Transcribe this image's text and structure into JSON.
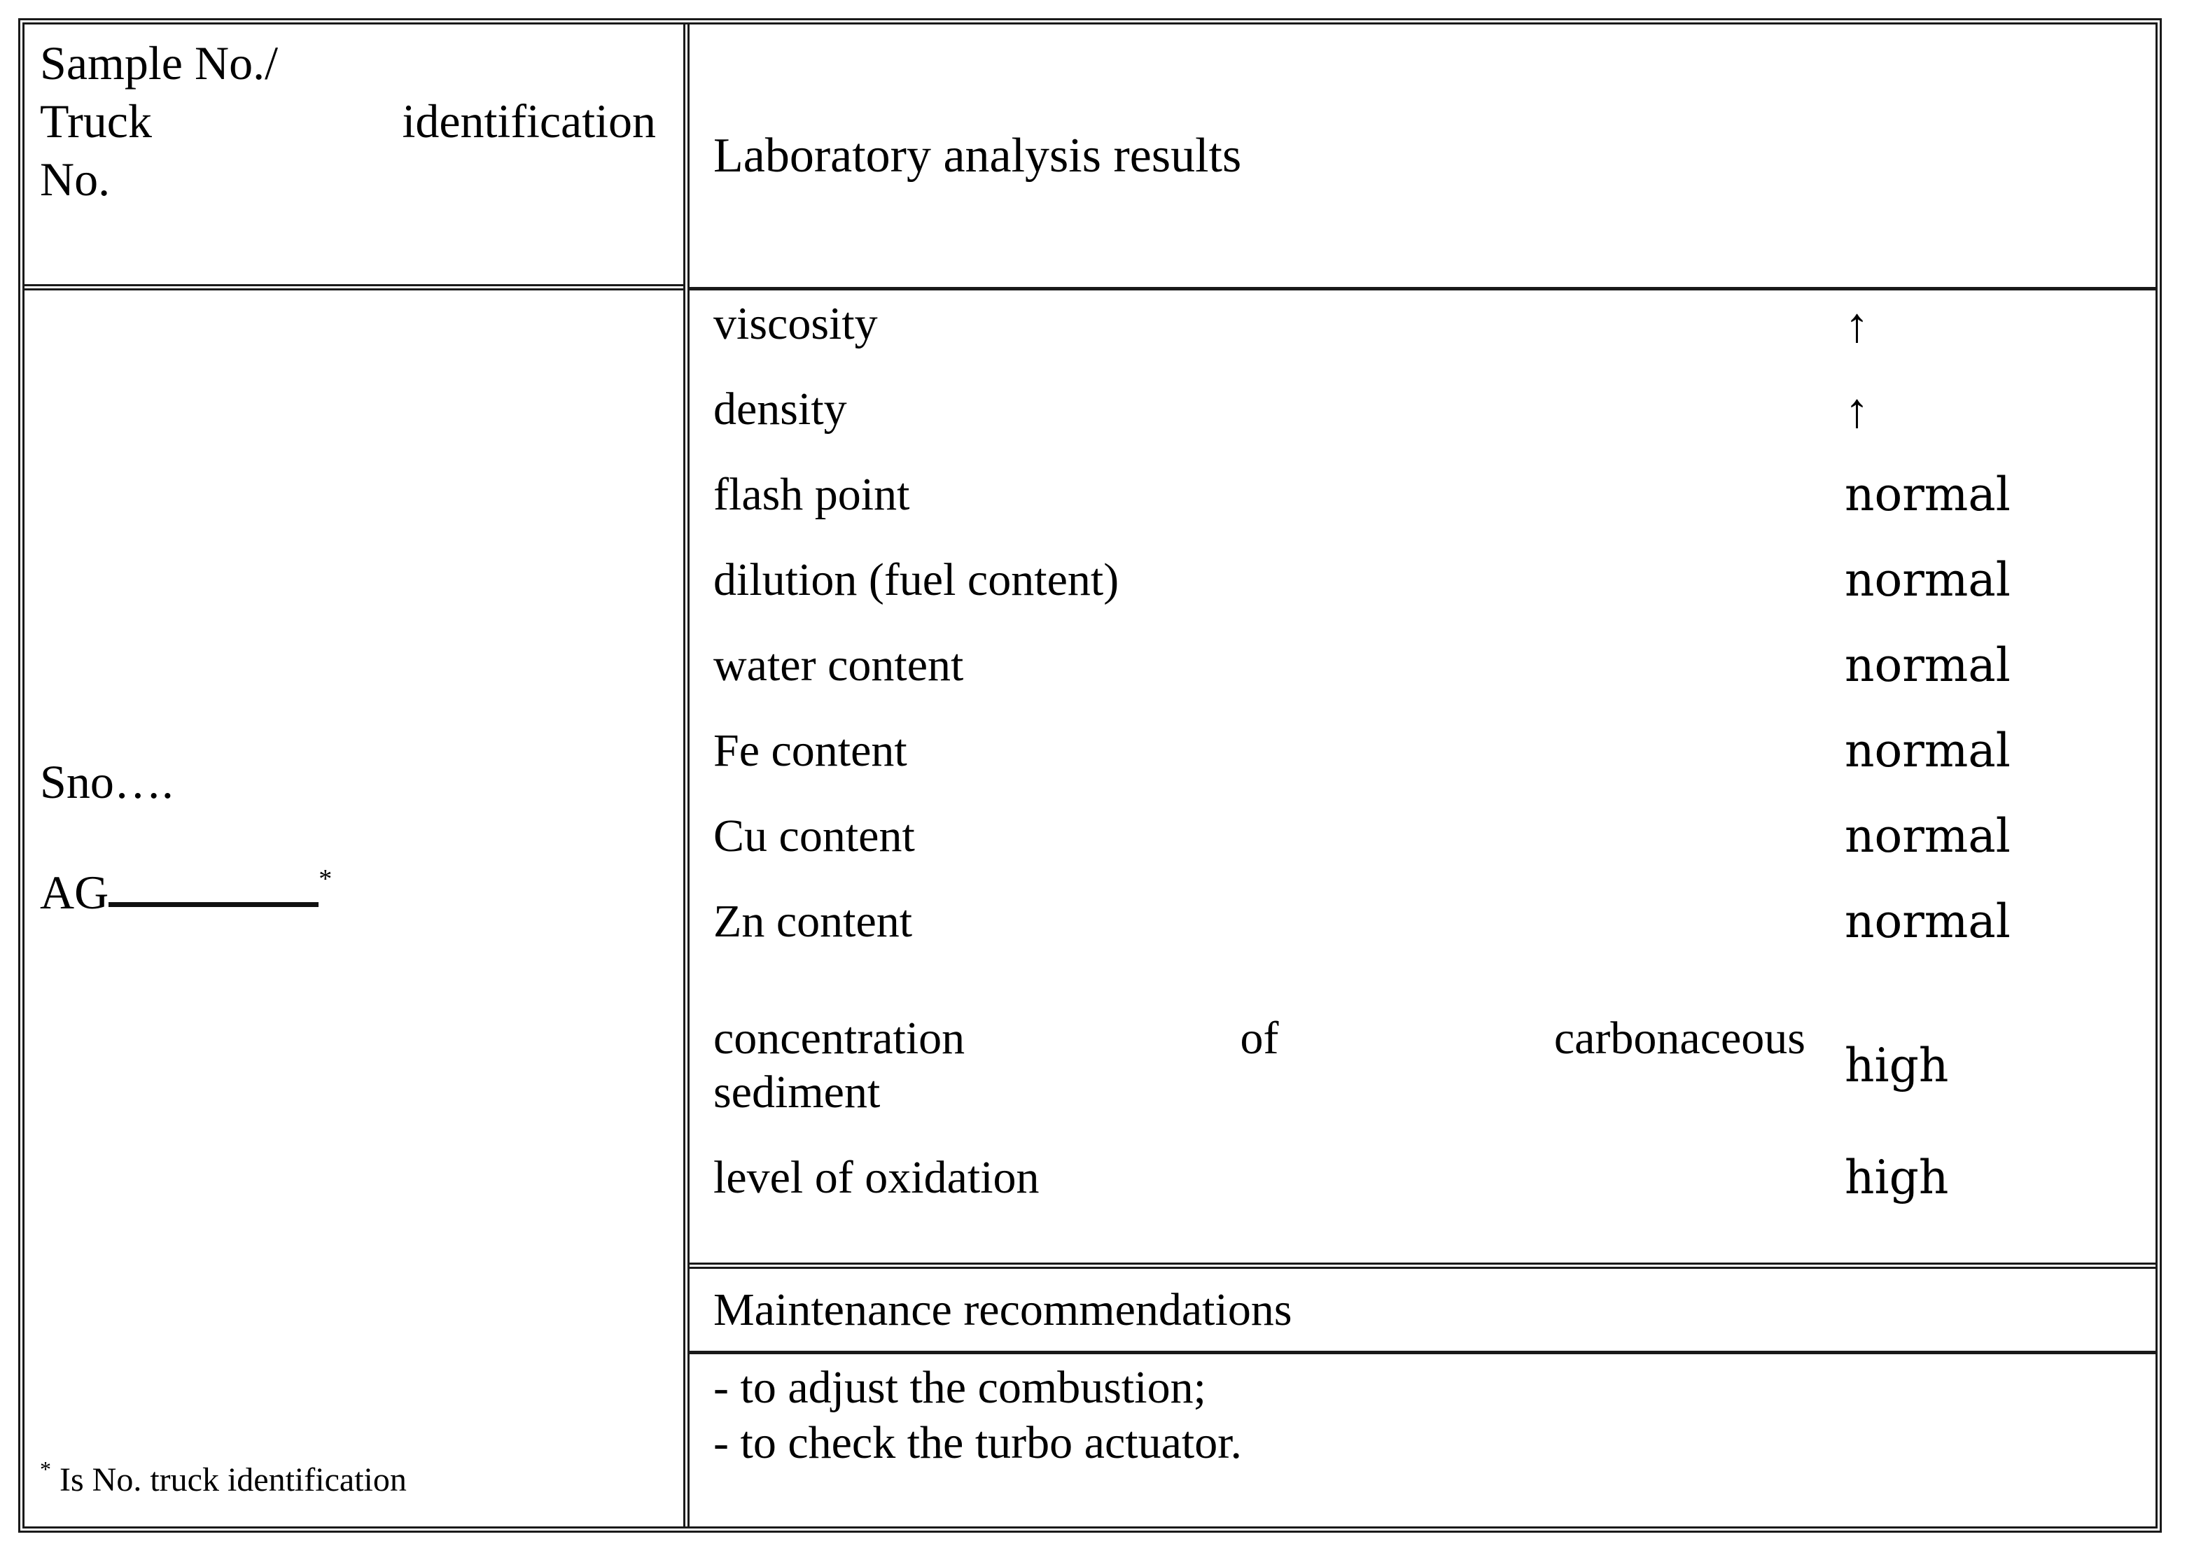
{
  "table": {
    "header": {
      "left_lines": [
        "Sample No./",
        "Truck identification",
        "No."
      ],
      "left_line_2_words": [
        "Truck",
        "identification"
      ],
      "right_title": "Laboratory analysis results"
    },
    "left_column": {
      "sample_label": "Sno….",
      "ag_prefix": "AG",
      "ag_star": "*",
      "footnote_star": "*",
      "footnote_text": "Is No. truck identification"
    },
    "analysis_rows": [
      {
        "parameter": "viscosity",
        "value": "↑",
        "kind": "arrow"
      },
      {
        "parameter": "density",
        "value": "↑",
        "kind": "arrow"
      },
      {
        "parameter": "flash point",
        "value": "normal",
        "kind": "text"
      },
      {
        "parameter": "dilution (fuel content)",
        "value": "normal",
        "kind": "text"
      },
      {
        "parameter": "water content",
        "value": "normal",
        "kind": "text"
      },
      {
        "parameter": "Fe content",
        "value": "normal",
        "kind": "text"
      },
      {
        "parameter": "Cu content",
        "value": "normal",
        "kind": "text"
      },
      {
        "parameter": "Zn content",
        "value": "normal",
        "kind": "text"
      },
      {
        "parameter": "concentration of carbonaceous sediment",
        "value": "high",
        "kind": "text",
        "line1_words": [
          "concentration",
          "of",
          "carbonaceous"
        ],
        "line2": "sediment"
      },
      {
        "parameter": "level of oxidation",
        "value": "high",
        "kind": "text"
      }
    ],
    "maintenance": {
      "title": "Maintenance recommendations",
      "items": [
        "- to adjust the combustion;",
        "- to check the turbo actuator."
      ]
    }
  },
  "colors": {
    "border": "#1a1a1a",
    "text": "#000000",
    "background": "#ffffff"
  }
}
